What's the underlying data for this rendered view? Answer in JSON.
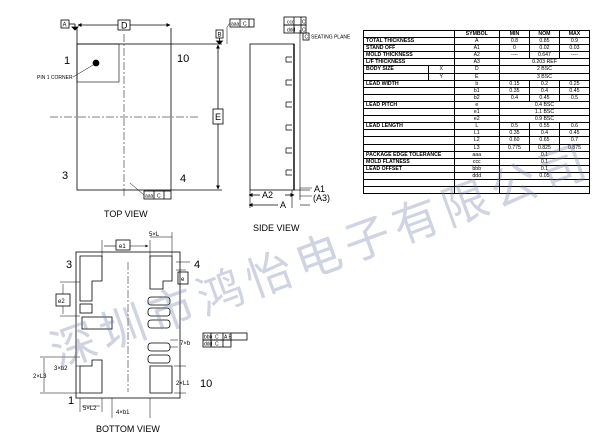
{
  "views": {
    "top": "TOP VIEW",
    "side": "SIDE VIEW",
    "bottom": "BOTTOM VIEW"
  },
  "top_view": {
    "datum_a": "A",
    "dim_d": "D",
    "datum_b": "B",
    "dim_e": "E",
    "pin1": "1",
    "pin10": "10",
    "pin3": "3",
    "pin4": "4",
    "pin1_corner": "PIN 1 CORNER",
    "tol_aaa_c1": "aaa",
    "tol_aaa_c2": "C",
    "tol_aaa_c1b": "aaa",
    "tol_aaa_c2b": "C"
  },
  "side_view": {
    "tol_ccc": "ccc",
    "tol_ccc_c": "C",
    "tol_ddd": "ddd",
    "tol_ddd_c": "C",
    "seating_plane": "SEATING PLANE",
    "datum_c": "C",
    "a2": "A2",
    "a": "A",
    "a1": "A1",
    "a3": "(A3)"
  },
  "bottom_view": {
    "e1": "e1",
    "dim_5xl": "5×L",
    "pin3": "3",
    "pin4": "4",
    "e": "e",
    "e2": "e2",
    "dim_7xb": "7×b",
    "tol_bbb": "bbb",
    "tol_bbb_c": "C",
    "tol_bbb_ab": "A B",
    "tol_ddd": "ddd",
    "tol_ddd_c": "C",
    "dim_3xb2": "3×b2",
    "dim_2xl3": "2×L3",
    "dim_2xl1": "2×L1",
    "pin10": "10",
    "pin1": "1",
    "dim_5xl2": "5×L2",
    "dim_4xb1": "4×b1"
  },
  "table": {
    "headers": [
      "",
      "SYMBOL",
      "MIN",
      "NOM",
      "MAX"
    ],
    "rows": [
      {
        "param": "TOTAL THICKNESS",
        "sym": "A",
        "min": "0.8",
        "nom": "0.85",
        "max": "0.9"
      },
      {
        "param": "STAND OFF",
        "sym": "A1",
        "min": "0",
        "nom": "0.02",
        "max": "0.03"
      },
      {
        "param": "MOLD THICKNESS",
        "sym": "A2",
        "min": "----",
        "nom": "0.647",
        "max": "----"
      },
      {
        "param": "L/F THICKNESS",
        "sym": "A3",
        "span": "0.203 REF"
      },
      {
        "param": "BODY SIZE",
        "sub": "X",
        "sym": "D",
        "span": "2 BSC"
      },
      {
        "param": "",
        "sub": "Y",
        "sym": "E",
        "span": "3 BSC"
      },
      {
        "param": "LEAD WIDTH",
        "sym": "b",
        "min": "0.15",
        "nom": "0.2",
        "max": "0.25"
      },
      {
        "param": "",
        "sym": "b1",
        "min": "0.35",
        "nom": "0.4",
        "max": "0.45"
      },
      {
        "param": "",
        "sym": "b2",
        "min": "0.4",
        "nom": "0.45",
        "max": "0.5"
      },
      {
        "param": "LEAD PITCH",
        "sym": "e",
        "span": "0.4 BSC"
      },
      {
        "param": "",
        "sym": "e1",
        "span": "1.1 BSC"
      },
      {
        "param": "",
        "sym": "e2",
        "span": "0.9 BSC"
      },
      {
        "param": "LEAD LENGTH",
        "sym": "L",
        "min": "0.5",
        "nom": "0.55",
        "max": "0.6"
      },
      {
        "param": "",
        "sym": "L1",
        "min": "0.35",
        "nom": "0.4",
        "max": "0.45"
      },
      {
        "param": "",
        "sym": "L2",
        "min": "0.60",
        "nom": "0.65",
        "max": "0.7"
      },
      {
        "param": "",
        "sym": "L3",
        "min": "0.775",
        "nom": "0.825",
        "max": "0.875"
      },
      {
        "param": "PACKAGE EDGE TOLERANCE",
        "sym": "aaa",
        "span": "0.1"
      },
      {
        "param": "MOLD FLATNESS",
        "sym": "ccc",
        "span": "0.1"
      },
      {
        "param": "LEAD OFFSET",
        "sym": "bbb",
        "span": "0.1"
      },
      {
        "param": "",
        "sym": "ddd",
        "span": "0.05"
      },
      {
        "param": "",
        "sym": "",
        "span": ""
      },
      {
        "param": "",
        "sym": "",
        "span": ""
      }
    ]
  },
  "watermark": "深圳市鸿怡电子有限公司"
}
